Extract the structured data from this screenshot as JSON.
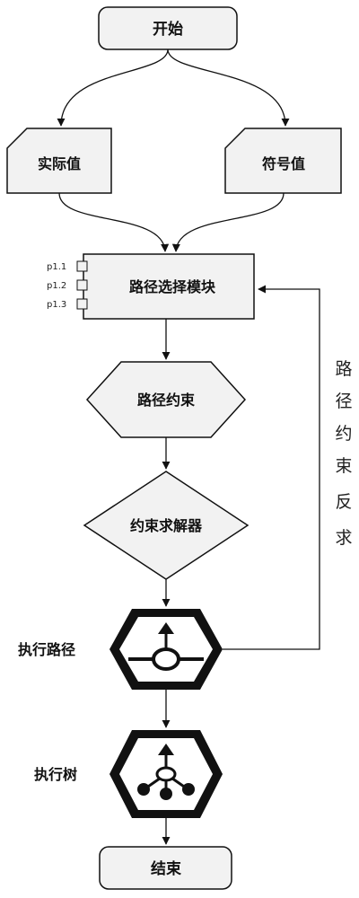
{
  "nodes": {
    "start": "开始",
    "actual_value": "实际值",
    "symbolic_value": "符号值",
    "path_selection_module": "路径选择模块",
    "path_constraint": "路径约束",
    "constraint_solver": "约束求解器",
    "execution_path": "执行路径",
    "execution_tree": "执行树",
    "end": "结束"
  },
  "ports": [
    "p1.1",
    "p1.2",
    "p1.3"
  ],
  "feedback_label": [
    "路",
    "径",
    "约",
    "束",
    "反",
    "求"
  ],
  "icons": {
    "execution_path": "path-node-icon",
    "execution_tree": "tree-node-icon"
  }
}
